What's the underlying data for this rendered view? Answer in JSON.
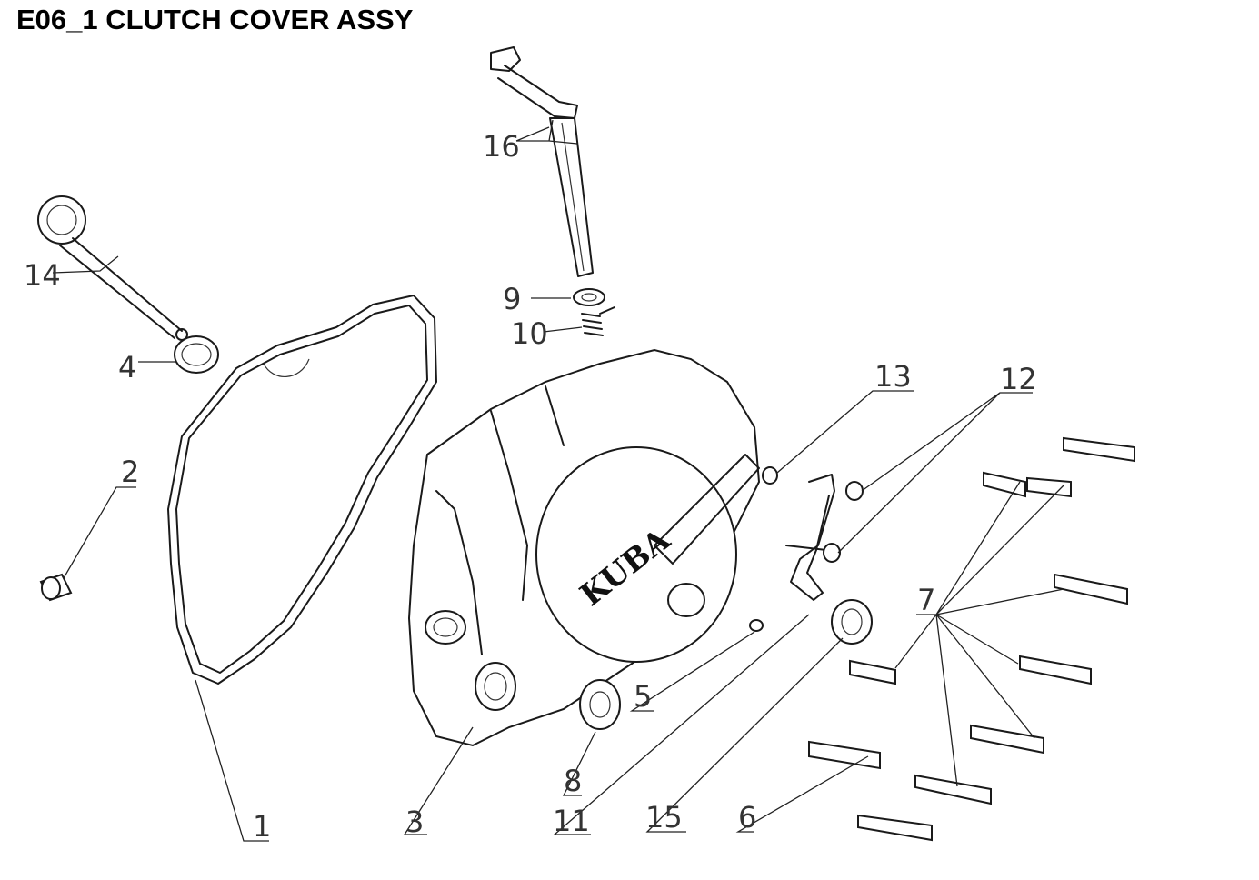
{
  "title": "E06_1 CLUTCH COVER ASSY",
  "cover_logo": "KUBA",
  "callouts": {
    "c1": "1",
    "c2": "2",
    "c3": "3",
    "c4": "4",
    "c5": "5",
    "c6": "6",
    "c7": "7",
    "c8": "8",
    "c9": "9",
    "c10": "10",
    "c11": "11",
    "c12": "12",
    "c13": "13",
    "c14": "14",
    "c15": "15",
    "c16": "16"
  }
}
